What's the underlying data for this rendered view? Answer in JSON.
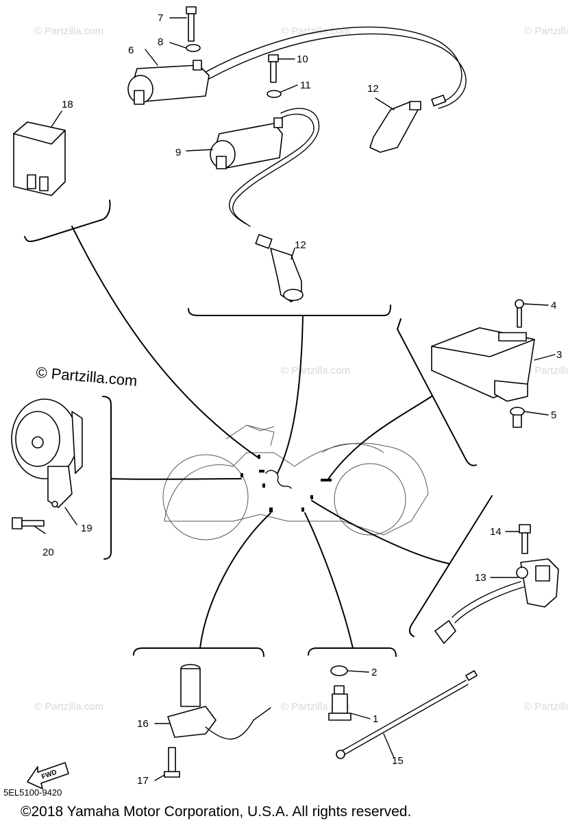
{
  "diagram": {
    "callouts": {
      "c1": "1",
      "c2": "2",
      "c3": "3",
      "c4": "4",
      "c5": "5",
      "c6": "6",
      "c7": "7",
      "c8": "8",
      "c9": "9",
      "c10": "10",
      "c11": "11",
      "c12a": "12",
      "c12b": "12",
      "c13": "13",
      "c14": "14",
      "c15": "15",
      "c16": "16",
      "c17": "17",
      "c18": "18",
      "c19": "19",
      "c20": "20"
    },
    "watermark_main": "© Partzilla.com",
    "watermark_faint": "© Partzilla.com",
    "forward_arrow_label": "FWD",
    "drawing_code": "5EL5100-9420",
    "copyright": "©2018  Yamaha Motor Corporation, U.S.A. All rights reserved."
  }
}
